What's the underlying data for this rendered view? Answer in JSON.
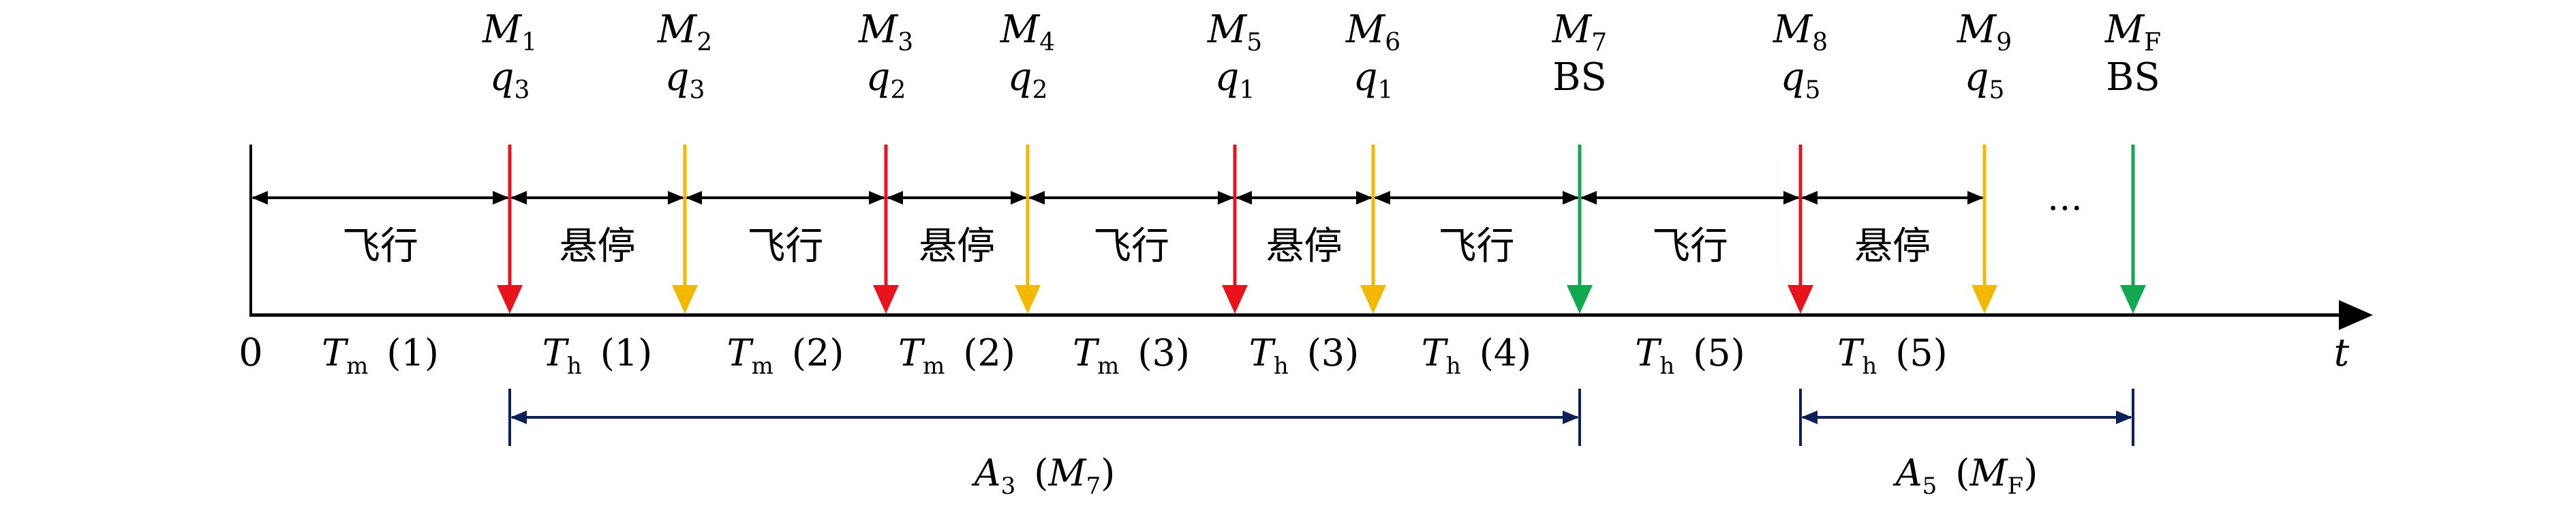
{
  "diagram": {
    "origin_label": "0",
    "time_axis_label": "t",
    "ellipsis": "…",
    "colors": {
      "red": "#e8141b",
      "yellow": "#f5b800",
      "green": "#12a850",
      "navy": "#0b1f5c",
      "black": "#000000"
    },
    "markers": [
      {
        "letter": "M",
        "sub": "1",
        "lower": "q",
        "lower_sub": "3",
        "color": "red"
      },
      {
        "letter": "M",
        "sub": "2",
        "lower": "q",
        "lower_sub": "3",
        "color": "yellow"
      },
      {
        "letter": "M",
        "sub": "3",
        "lower": "q",
        "lower_sub": "2",
        "color": "red"
      },
      {
        "letter": "M",
        "sub": "4",
        "lower": "q",
        "lower_sub": "2",
        "color": "yellow"
      },
      {
        "letter": "M",
        "sub": "5",
        "lower": "q",
        "lower_sub": "1",
        "color": "red"
      },
      {
        "letter": "M",
        "sub": "6",
        "lower": "q",
        "lower_sub": "1",
        "color": "yellow"
      },
      {
        "letter": "M",
        "sub": "7",
        "lower": "BS",
        "lower_sub": "",
        "color": "green"
      },
      {
        "letter": "M",
        "sub": "8",
        "lower": "q",
        "lower_sub": "5",
        "color": "red"
      },
      {
        "letter": "M",
        "sub": "9",
        "lower": "q",
        "lower_sub": "5",
        "color": "yellow"
      },
      {
        "letter": "M",
        "sub": "F",
        "lower": "BS",
        "lower_sub": "",
        "color": "green"
      }
    ],
    "segments": [
      {
        "phase": "飞行",
        "T_sub": "m",
        "index": "(1)"
      },
      {
        "phase": "悬停",
        "T_sub": "h",
        "index": "(1)"
      },
      {
        "phase": "飞行",
        "T_sub": "m",
        "index": "(2)"
      },
      {
        "phase": "悬停",
        "T_sub": "m",
        "index": "(2)"
      },
      {
        "phase": "飞行",
        "T_sub": "m",
        "index": "(3)"
      },
      {
        "phase": "悬停",
        "T_sub": "h",
        "index": "(3)"
      },
      {
        "phase": "飞行",
        "T_sub": "h",
        "index": "(4)"
      },
      {
        "phase": "飞行",
        "T_sub": "h",
        "index": "(5)"
      },
      {
        "phase": "悬停",
        "T_sub": "h",
        "index": "(5)"
      }
    ],
    "spans": [
      {
        "A_sub": "3",
        "M_sub": "7"
      },
      {
        "A_sub": "5",
        "M_sub": "F"
      }
    ]
  }
}
